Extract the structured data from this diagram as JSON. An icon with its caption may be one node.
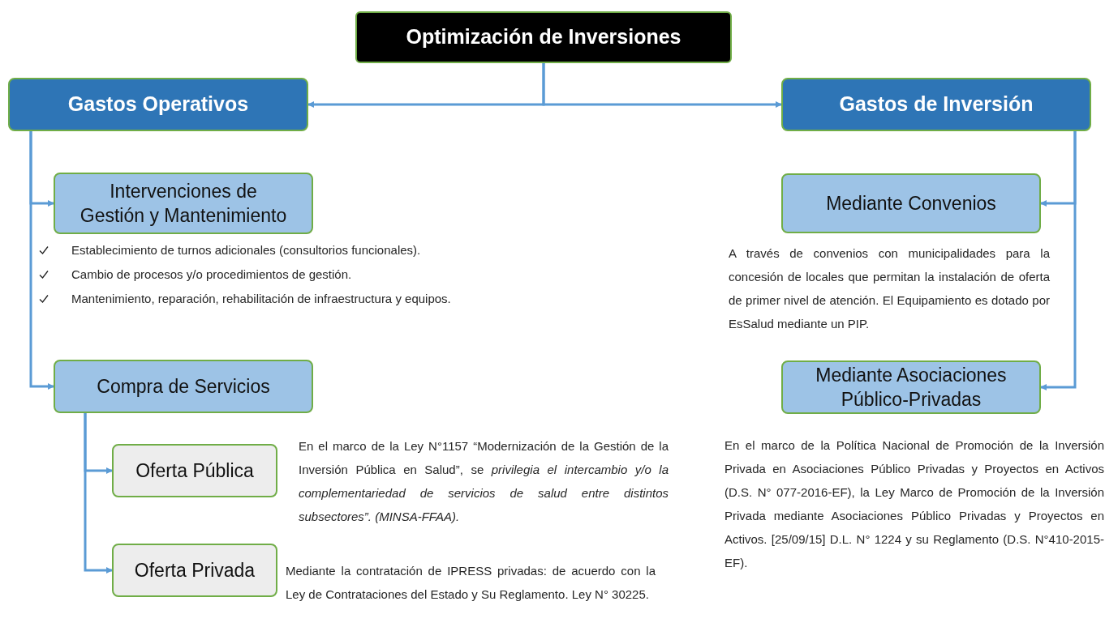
{
  "diagram": {
    "nodes": [
      {
        "text": [
          "Optimización de Inversiones"
        ]
      },
      {
        "text": [
          "Gastos Operativos"
        ]
      },
      {
        "text": [
          "Gastos de Inversión"
        ]
      },
      {
        "text": [
          "Intervenciones de Gestión y Mantenimiento"
        ],
        "beside": [
          "Establecimiento de turnos adicionales (consultorios funcionales).",
          "Cambio de procesos y/o procedimientos de gestión.",
          "Mantenimiento, reparación, rehabilitación de infraestructura y equipos."
        ]
      },
      {
        "text": [
          "Compra de Servicios"
        ]
      },
      {
        "text": [
          "Oferta Pública"
        ],
        "beside": [
          "En el marco de la Ley N°1157 “Modernización de la Gestión de la Inversión Pública en Salud”, se *privilegia el intercambio y/o la complementariedad de servicios de salud entre distintos subsectores”. (MINSA-FFAA).*"
        ]
      },
      {
        "text": [
          "Oferta Privada"
        ],
        "beside": [
          "Mediante la contratación de IPRESS privadas: de acuerdo con la Ley de Contrataciones del Estado y Su Reglamento. Ley N° 30225."
        ]
      },
      {
        "text": [
          "Mediante Convenios"
        ],
        "beside": [
          "A través de convenios con municipalidades para la concesión de locales que permitan la instalación de oferta de primer nivel de atención.  El Equipamiento es dotado por EsSalud mediante un PIP."
        ]
      },
      {
        "text": [
          "Mediante Asociaciones Público-Privadas"
        ],
        "beside": [
          "En el marco de la Política Nacional de Promoción de la Inversión Privada en Asociaciones Público Privadas y Proyectos en Activos (D.S. N° 077-2016-EF), la Ley Marco de Promoción de la Inversión Privada mediante Asociaciones Público Privadas y Proyectos en Activos. [25/09/15] D.L. N° 1224 y su Reglamento (D.S. N°410-2015-EF)."
        ]
      }
    ],
    "edges": [
      {
        "from": 0,
        "to": 1,
        "arrow": "to"
      },
      {
        "from": 0,
        "to": 2,
        "arrow": "to"
      },
      {
        "from": 1,
        "to": 3,
        "arrow": "to"
      },
      {
        "from": 1,
        "to": 4,
        "arrow": "to"
      },
      {
        "from": 4,
        "to": 5,
        "arrow": "to"
      },
      {
        "from": 4,
        "to": 6,
        "arrow": "to"
      },
      {
        "from": 2,
        "to": 7,
        "arrow": "to"
      },
      {
        "from": 2,
        "to": 8,
        "arrow": "to"
      }
    ]
  }
}
